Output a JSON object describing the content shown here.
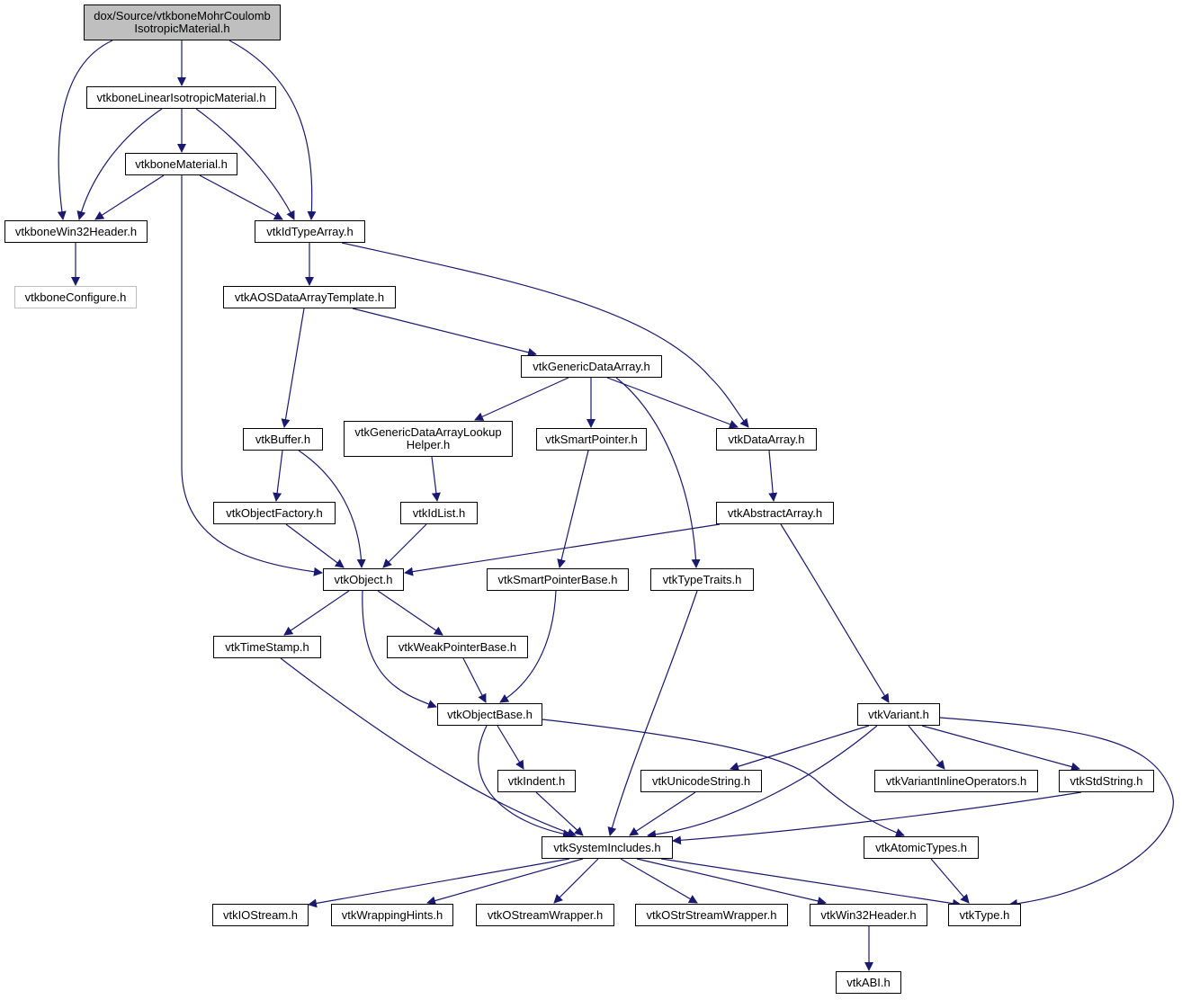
{
  "colors": {
    "edge": "#191970",
    "root_fill": "#bfbfbf",
    "node_border": "#000000",
    "external_border": "#bfbfbf"
  },
  "nodes": {
    "mohr": [
      "dox/Source/vtkboneMohrCoulomb",
      "IsotropicMaterial.h"
    ],
    "linear": [
      "vtkboneLinearIsotropicMaterial.h"
    ],
    "material": [
      "vtkboneMaterial.h"
    ],
    "win32hdr": [
      "vtkboneWin32Header.h"
    ],
    "configure": [
      "vtkboneConfigure.h"
    ],
    "idtype": [
      "vtkIdTypeArray.h"
    ],
    "aos": [
      "vtkAOSDataArrayTemplate.h"
    ],
    "generic": [
      "vtkGenericDataArray.h"
    ],
    "buffer": [
      "vtkBuffer.h"
    ],
    "lookup": [
      "vtkGenericDataArrayLookup",
      "Helper.h"
    ],
    "smartptr": [
      "vtkSmartPointer.h"
    ],
    "dataarray": [
      "vtkDataArray.h"
    ],
    "objfactory": [
      "vtkObjectFactory.h"
    ],
    "idlist": [
      "vtkIdList.h"
    ],
    "abstract": [
      "vtkAbstractArray.h"
    ],
    "object": [
      "vtkObject.h"
    ],
    "smartbase": [
      "vtkSmartPointerBase.h"
    ],
    "typetraits": [
      "vtkTypeTraits.h"
    ],
    "timestamp": [
      "vtkTimeStamp.h"
    ],
    "weakptr": [
      "vtkWeakPointerBase.h"
    ],
    "objbase": [
      "vtkObjectBase.h"
    ],
    "variant": [
      "vtkVariant.h"
    ],
    "indent": [
      "vtkIndent.h"
    ],
    "unicode": [
      "vtkUnicodeString.h"
    ],
    "inlineops": [
      "vtkVariantInlineOperators.h"
    ],
    "stdstring": [
      "vtkStdString.h"
    ],
    "sysinc": [
      "vtkSystemIncludes.h"
    ],
    "atomic": [
      "vtkAtomicTypes.h"
    ],
    "iostream": [
      "vtkIOStream.h"
    ],
    "wrapping": [
      "vtkWrappingHints.h"
    ],
    "ostreamw": [
      "vtkOStreamWrapper.h"
    ],
    "ostrstreamw": [
      "vtkOStrStreamWrapper.h"
    ],
    "win32": [
      "vtkWin32Header.h"
    ],
    "type": [
      "vtkType.h"
    ],
    "abi": [
      "vtkABI.h"
    ]
  }
}
